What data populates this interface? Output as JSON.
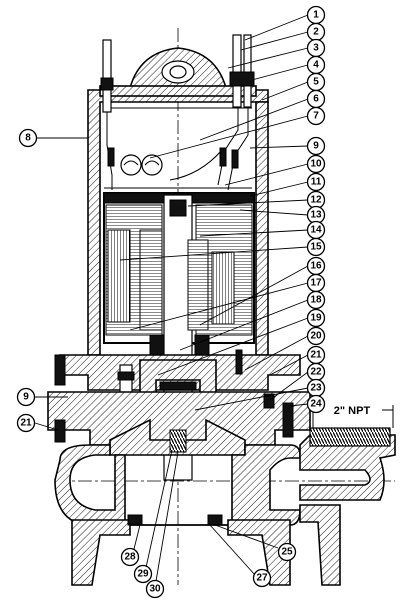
{
  "callouts": [
    "1",
    "2",
    "3",
    "4",
    "5",
    "6",
    "7",
    "8",
    "9",
    "10",
    "11",
    "12",
    "13",
    "14",
    "15",
    "16",
    "17",
    "18",
    "19",
    "20",
    "21",
    "22",
    "23",
    "24",
    "9",
    "21",
    "25",
    "27",
    "28",
    "29",
    "30"
  ],
  "pipe_label": "2\" NPT"
}
